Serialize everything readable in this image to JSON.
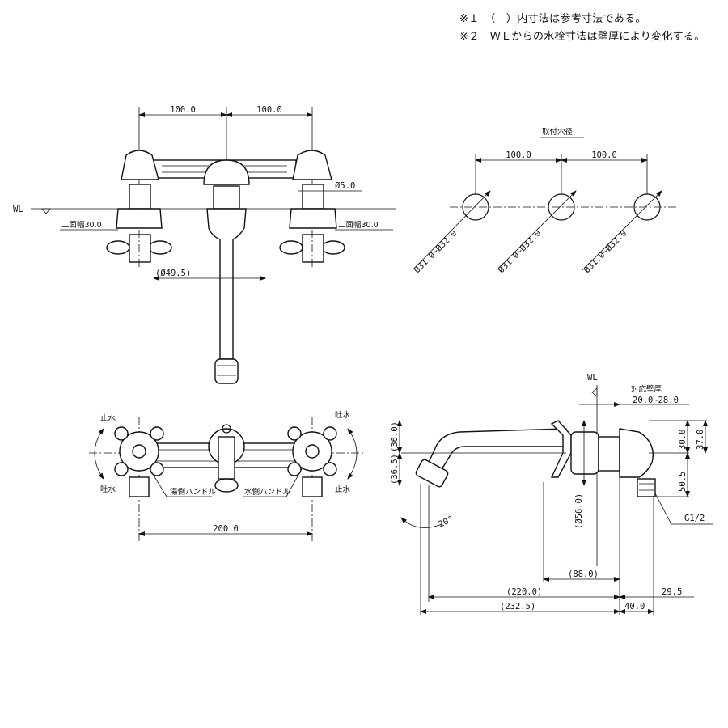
{
  "notes": [
    "※１　（　）内寸法は参考寸法である。",
    "※２　ＷＬからの水栓寸法は壁厚により変化する。"
  ],
  "front_view": {
    "dim_left": "100.0",
    "dim_right": "100.0",
    "wl": "WL",
    "dia_small": "Ø5.0",
    "flat_left": "二面幅30.0",
    "flat_right": "二面幅30.0",
    "spout_dia": "(Ø49.5)"
  },
  "mount_holes": {
    "title": "取付穴径",
    "dim_left": "100.0",
    "dim_right": "100.0",
    "hole_labels": [
      "Ø31.0~Ø32.0",
      "Ø31.0~Ø32.0",
      "Ø31.0~Ø32.0"
    ]
  },
  "top_view": {
    "stop_left": "止水",
    "discharge_left": "吐水",
    "stop_right": "止水",
    "discharge_right": "吐水",
    "hot_handle": "湯側ハンドル",
    "cold_handle": "水側ハンドル",
    "width": "200.0"
  },
  "side_view": {
    "wl": "WL",
    "wall_title": "対応壁厚",
    "wall_range": "20.0~28.0",
    "dim_36_0": "(36.0)",
    "dim_36_5": "(36.5)",
    "dim_30_0": "30.0",
    "dim_37_0": "37.0",
    "dim_50_5": "50.5",
    "thread": "G1/2",
    "angle": "20°",
    "dia_56": "(Ø56.0)",
    "dim_88": "(88.0)",
    "dim_220": "(220.0)",
    "dim_232_5": "(232.5)",
    "dim_29_5": "29.5",
    "dim_40": "40.0"
  }
}
